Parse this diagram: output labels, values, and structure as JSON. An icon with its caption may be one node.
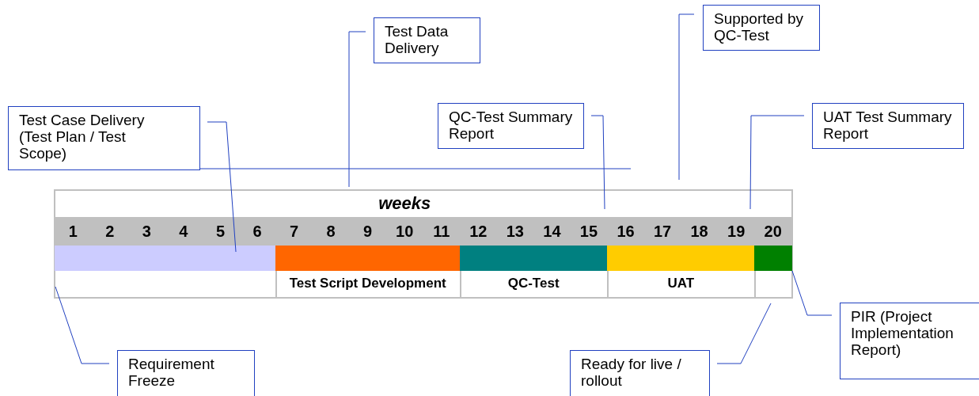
{
  "diagram": {
    "nodes": [
      {
        "text": [
          "Test Case Delivery (Test Plan / Test Scope)"
        ]
      },
      {
        "text": [
          "Test Data Delivery"
        ]
      },
      {
        "text": [
          "Supported by QC-Test"
        ]
      },
      {
        "text": [
          "QC-Test Summary Report"
        ]
      },
      {
        "text": [
          "UAT Test Summary Report"
        ]
      },
      {
        "text": [
          "Requirement Freeze"
        ]
      },
      {
        "text": [
          "Ready for live / rollout"
        ]
      },
      {
        "text": [
          "PIR (Project Implementation Report)"
        ]
      },
      {
        "text": [],
        "shape": "bar"
      },
      {
        "text": [],
        "shape": "bar"
      },
      {
        "text": [],
        "shape": "bar"
      },
      {
        "text": [],
        "shape": "bar"
      },
      {
        "text": [],
        "shape": "bar"
      }
    ],
    "edges": [
      {
        "from": 0,
        "to": 8,
        "arrow": "none"
      },
      {
        "from": 1,
        "to": null,
        "arrow": "none"
      },
      {
        "from": 2,
        "to": null,
        "arrow": "none"
      },
      {
        "from": 3,
        "to": null,
        "arrow": "none"
      },
      {
        "from": 4,
        "to": null,
        "arrow": "none"
      },
      {
        "from": 5,
        "to": null,
        "arrow": "none"
      },
      {
        "from": 6,
        "to": null,
        "arrow": "none"
      },
      {
        "from": 7,
        "to": 12,
        "arrow": "none"
      }
    ],
    "labels": [
      "weeks",
      "1",
      "2",
      "3",
      "4",
      "5",
      "6",
      "7",
      "8",
      "9",
      "10",
      "11",
      "12",
      "13",
      "14",
      "15",
      "16",
      "17",
      "18",
      "19",
      "20",
      "Test Script Development",
      "QC-Test",
      "UAT"
    ]
  }
}
